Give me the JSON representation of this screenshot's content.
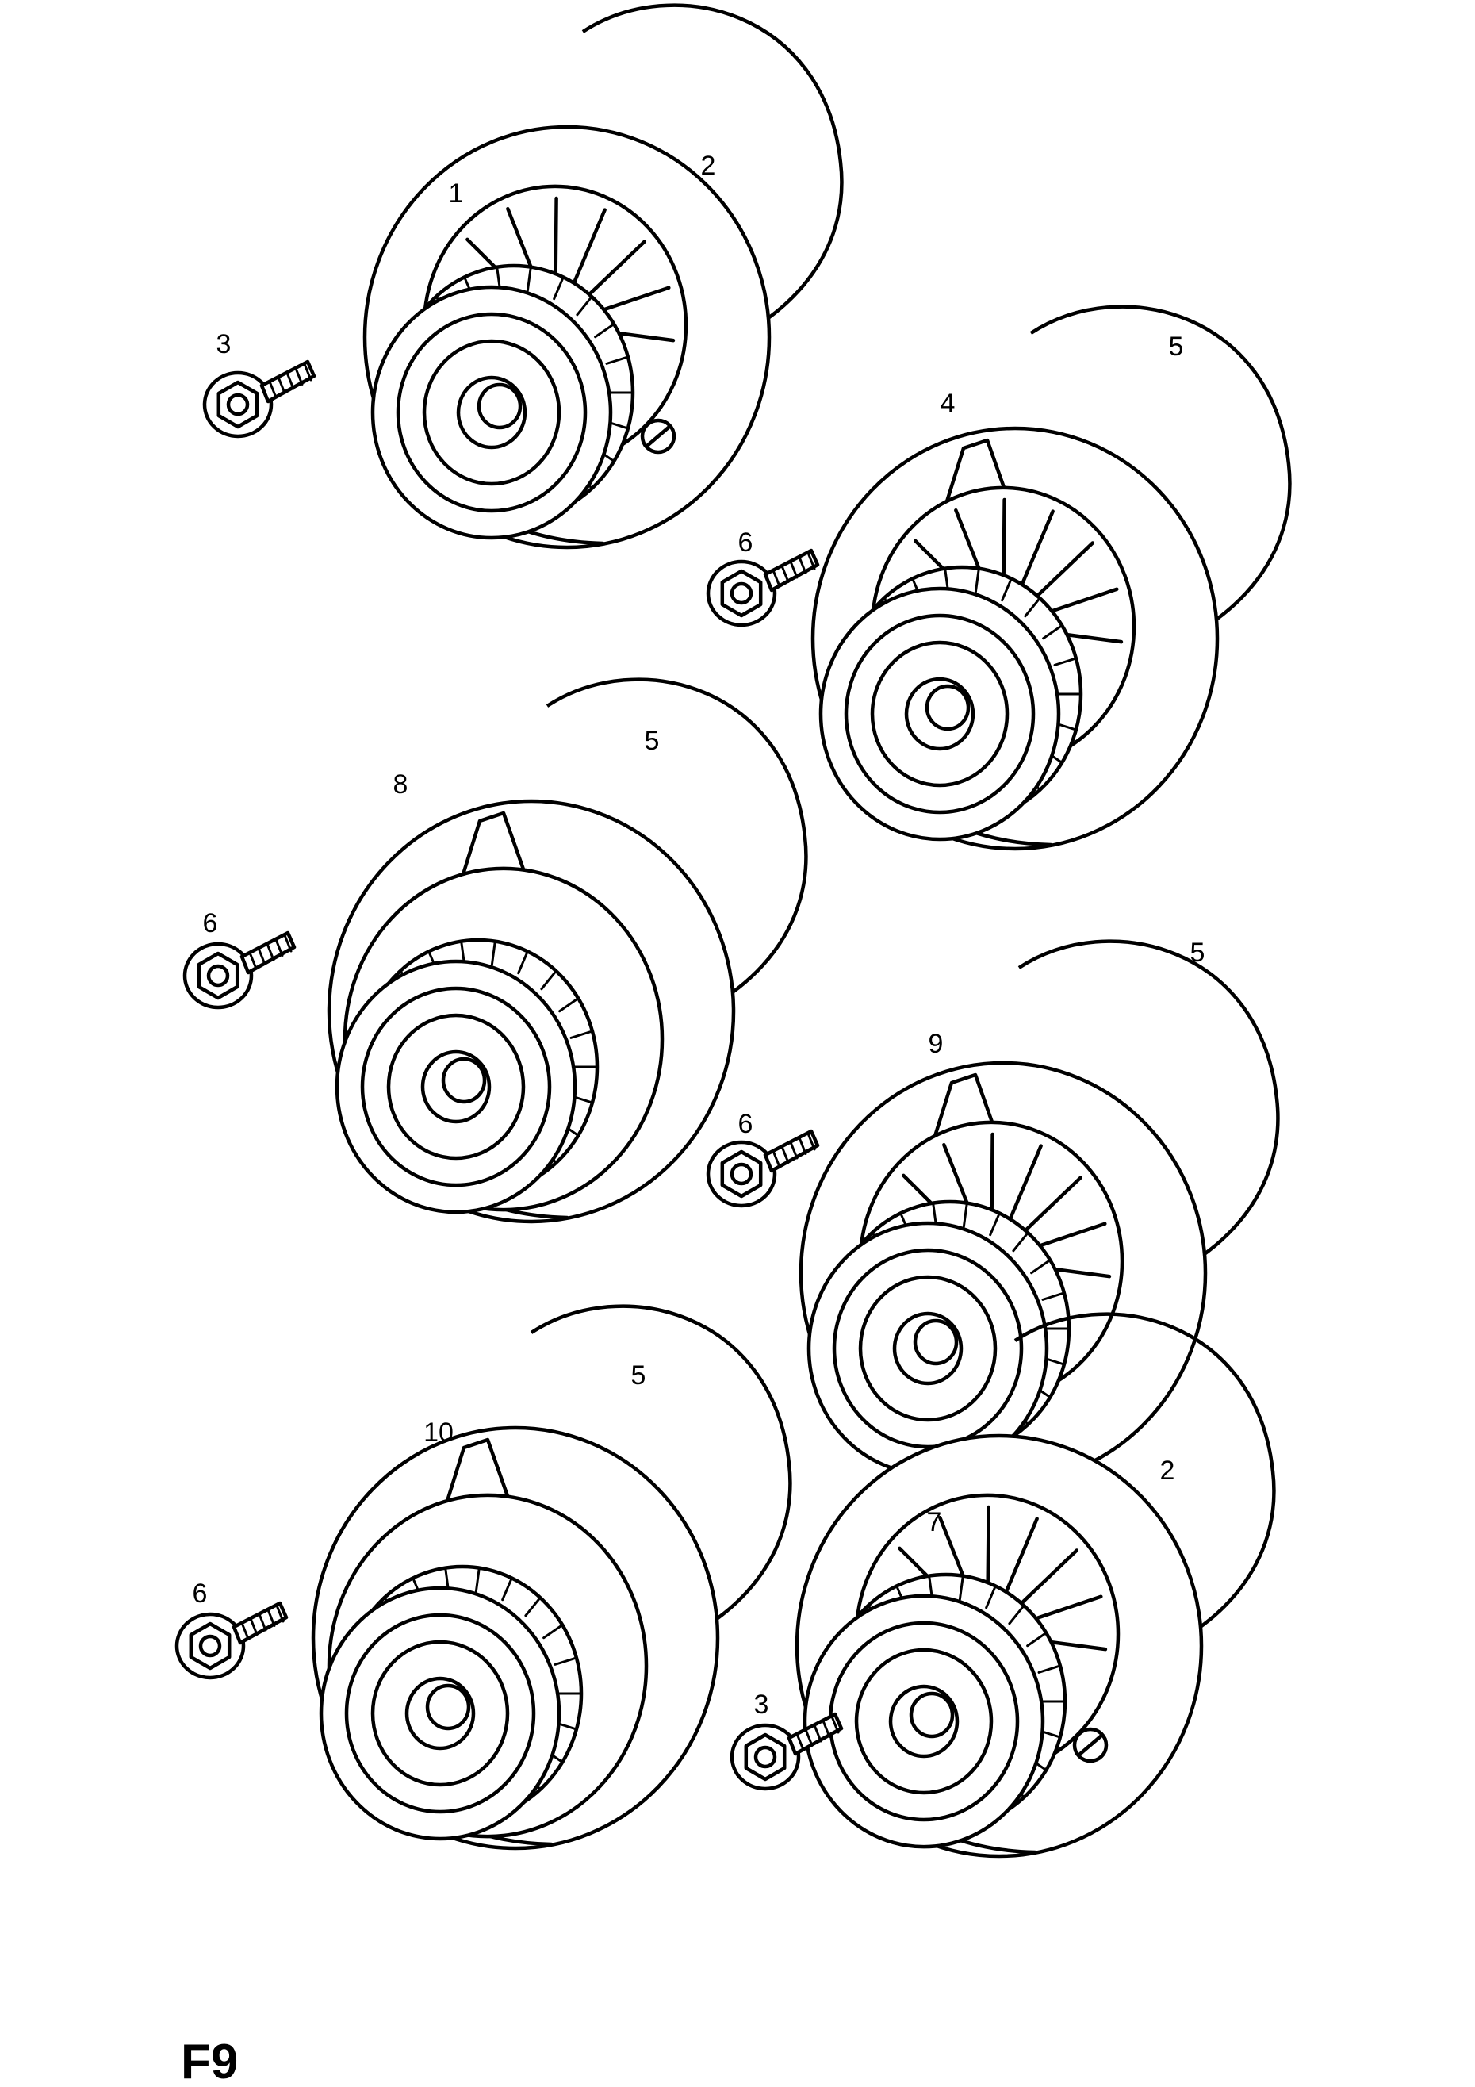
{
  "figure_code": "F9",
  "assemblies": [
    {
      "id": "pump-1",
      "variant": "slotted",
      "callouts": {
        "pump": "1",
        "gasket": "2",
        "bolt": "3"
      }
    },
    {
      "id": "pump-4",
      "variant": "finned",
      "callouts": {
        "pump": "4",
        "gasket": "5",
        "bolt": "6"
      }
    },
    {
      "id": "pump-8",
      "variant": "closed",
      "callouts": {
        "pump": "8",
        "gasket": "5",
        "bolt": "6"
      }
    },
    {
      "id": "pump-9",
      "variant": "finned",
      "callouts": {
        "pump": "9",
        "gasket": "5",
        "bolt": "6"
      }
    },
    {
      "id": "pump-10",
      "variant": "closed",
      "callouts": {
        "pump": "10",
        "gasket": "5",
        "bolt": "6"
      }
    },
    {
      "id": "pump-7",
      "variant": "slotted",
      "callouts": {
        "pump": "7",
        "gasket": "2",
        "bolt": "3"
      }
    }
  ]
}
